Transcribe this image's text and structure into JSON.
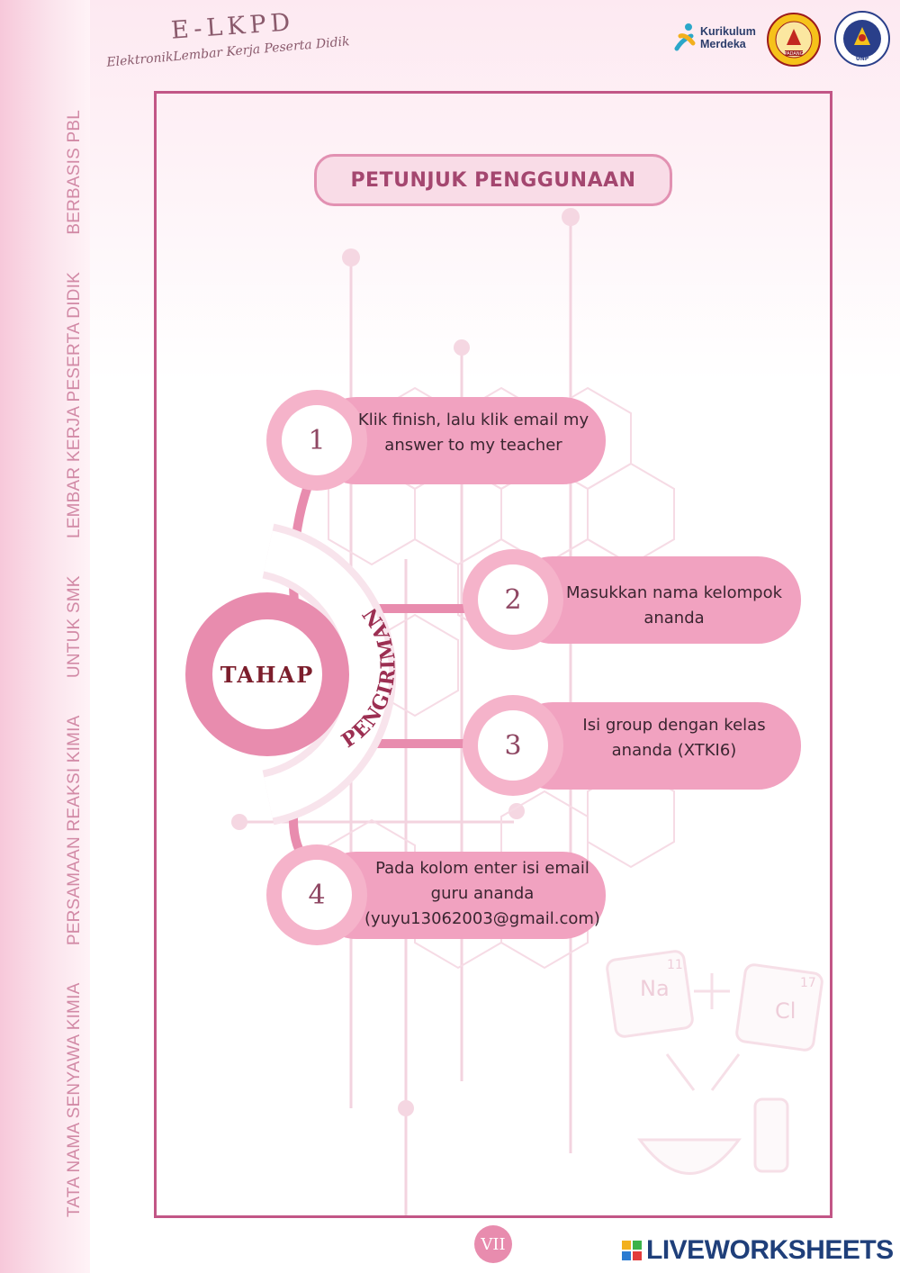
{
  "sidebar": {
    "segments": [
      "TATA NAMA SENYAWA KIMIA",
      "PERSAMAAN REAKSI KIMIA",
      "UNTUK SMK",
      "LEMBAR KERJA PESERTA DIDIK",
      "BERBASIS PBL"
    ]
  },
  "header": {
    "brand": "E-LKPD",
    "brand_sub": "ElektronikLembar Kerja Peserta Didik",
    "logos": {
      "kurikulum_line1": "Kurikulum",
      "kurikulum_line2": "Merdeka",
      "badge1_text": "PADANG",
      "badge2_text": "UNP"
    }
  },
  "title": "PETUNJUK PENGGUNAAN",
  "center": {
    "main": "TAHAP",
    "arc": "PENGIRIMAN"
  },
  "steps": [
    {
      "number": "1",
      "lines": [
        "Klik finish, lalu klik email my",
        "answer to my teacher"
      ]
    },
    {
      "number": "2",
      "lines": [
        "Masukkan nama kelompok",
        "ananda"
      ]
    },
    {
      "number": "3",
      "lines": [
        "Isi group dengan kelas",
        "ananda (XTKI6)"
      ]
    },
    {
      "number": "4",
      "lines": [
        "Pada kolom enter isi email",
        "guru ananda",
        "(yuyu13062003@gmail.com)"
      ]
    }
  ],
  "decor_text": {
    "na": "Na",
    "cl": "Cl",
    "na_num": "11",
    "cl_num": "17"
  },
  "footer": {
    "page_number": "VII",
    "watermark": "LIVEWORKSHEETS"
  },
  "colors": {
    "accent": "#e88cae",
    "frame": "#c25686",
    "dark_text": "#7c1e2c"
  }
}
